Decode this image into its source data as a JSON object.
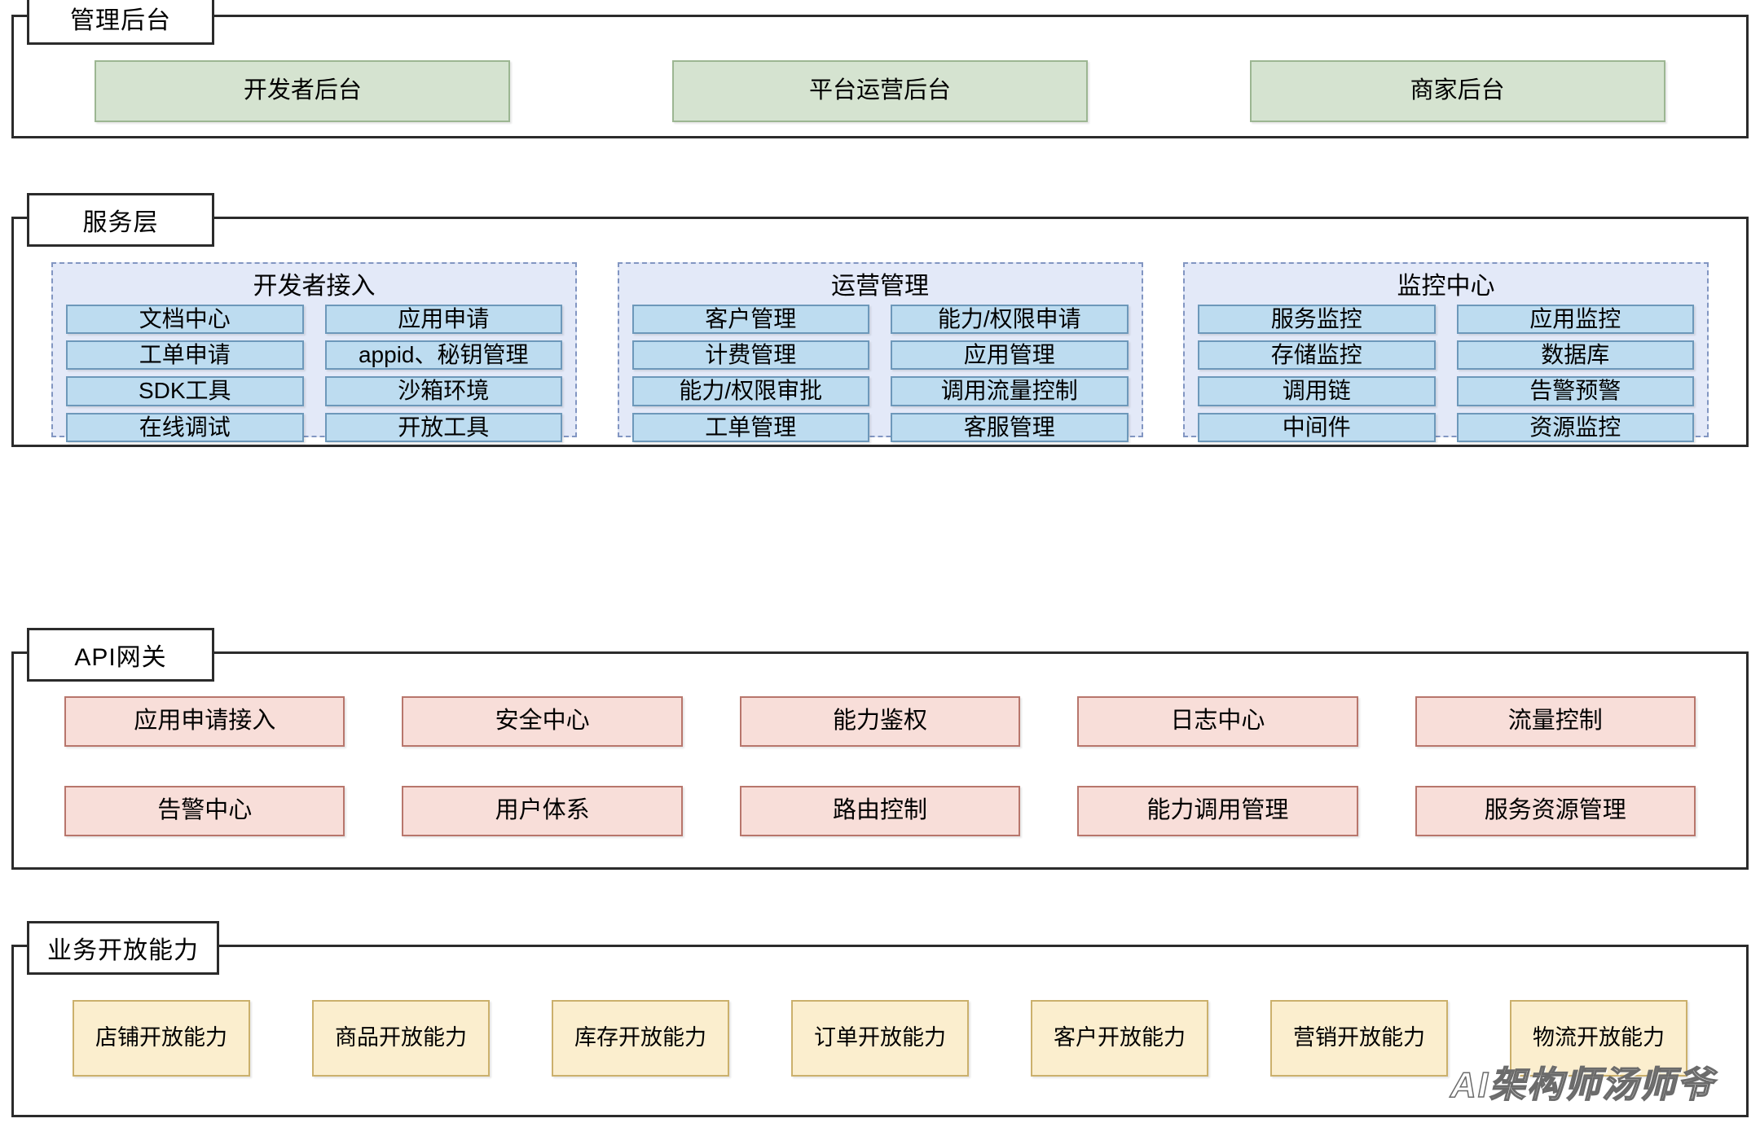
{
  "diagram": {
    "watermark": "AI架构师汤师爷"
  },
  "layers": {
    "admin": {
      "title": "管理后台",
      "nodes": [
        "开发者后台",
        "平台运营后台",
        "商家后台"
      ]
    },
    "service": {
      "title": "服务层",
      "groups": [
        {
          "title": "开发者接入",
          "nodes": [
            "文档中心",
            "应用申请",
            "工单申请",
            "appid、秘钥管理",
            "SDK工具",
            "沙箱环境",
            "在线调试",
            "开放工具"
          ]
        },
        {
          "title": "运营管理",
          "nodes": [
            "客户管理",
            "能力/权限申请",
            "计费管理",
            "应用管理",
            "能力/权限审批",
            "调用流量控制",
            "工单管理",
            "客服管理"
          ]
        },
        {
          "title": "监控中心",
          "nodes": [
            "服务监控",
            "应用监控",
            "存储监控",
            "数据库",
            "调用链",
            "告警预警",
            "中间件",
            "资源监控"
          ]
        }
      ]
    },
    "gateway": {
      "title": "API网关",
      "nodes": [
        "应用申请接入",
        "安全中心",
        "能力鉴权",
        "日志中心",
        "流量控制",
        "告警中心",
        "用户体系",
        "路由控制",
        "能力调用管理",
        "服务资源管理"
      ]
    },
    "business": {
      "title": "业务开放能力",
      "nodes": [
        "店铺开放能力",
        "商品开放能力",
        "库存开放能力",
        "订单开放能力",
        "客户开放能力",
        "营销开放能力",
        "物流开放能力"
      ]
    }
  },
  "colors": {
    "admin_node": "#d5e3d0",
    "service_node": "#bddcf0",
    "service_group_bg": "#e3e9f8",
    "gateway_node": "#f8ded9",
    "business_node": "#fbeece",
    "layer_border": "#2b2b2b"
  }
}
